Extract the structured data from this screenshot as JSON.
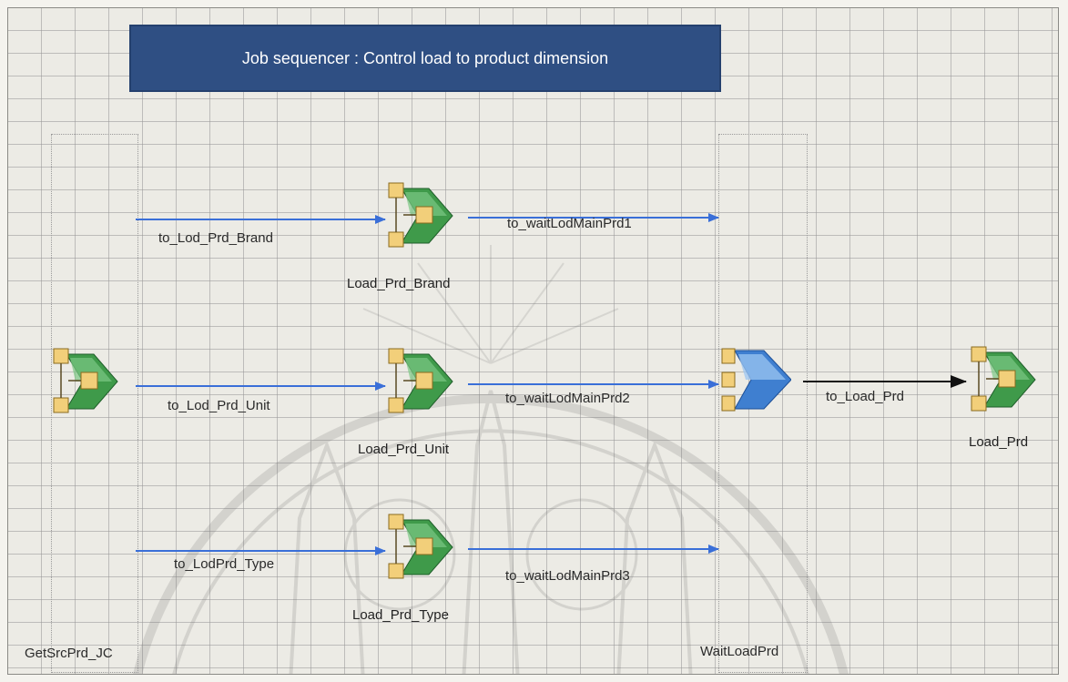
{
  "banner": {
    "title": "Job sequencer : Control load to product dimension"
  },
  "regions": {
    "source_region_label": "GetSrcPrd_JC",
    "wait_region_label": "WaitLoadPrd"
  },
  "stages": {
    "load_prd_brand": "Load_Prd_Brand",
    "load_prd_unit": "Load_Prd_Unit",
    "load_prd_type": "Load_Prd_Type",
    "load_prd": "Load_Prd"
  },
  "links": {
    "to_lod_prd_brand": "to_Lod_Prd_Brand",
    "to_lod_prd_unit": "to_Lod_Prd_Unit",
    "to_lodprd_type": "to_LodPrd_Type",
    "to_waitlodmainprd1": "to_waitLodMainPrd1",
    "to_waitlodmainprd2": "to_waitLodMainPrd2",
    "to_waitlodmainprd3": "to_waitLodMainPrd3",
    "to_load_prd": "to_Load_Prd"
  },
  "colors": {
    "banner_bg": "#2f4f83",
    "link_blue": "#3a6fd8",
    "link_black": "#111111",
    "node_green": "#3f9a4a",
    "sequencer_blue": "#3f7fd0",
    "node_square": "#f2cf7a"
  }
}
